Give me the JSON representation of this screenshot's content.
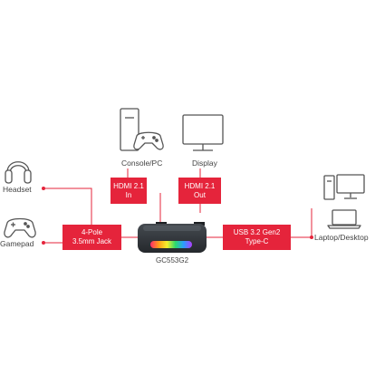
{
  "colors": {
    "port_red": "#e5243b",
    "line_red": "#e5243b",
    "icon_stroke": "#555555",
    "device_body": "#2e3236"
  },
  "devices": {
    "console_pc": {
      "label": "Console/PC",
      "icon": "console-pc-icon"
    },
    "display": {
      "label": "Display",
      "icon": "monitor-icon"
    },
    "headset": {
      "label": "Headset",
      "icon": "headset-icon"
    },
    "gamepad": {
      "label": "Gamepad",
      "icon": "gamepad-icon"
    },
    "laptop_desktop": {
      "label": "Laptop/Desktop",
      "icon": "laptop-desktop-icon"
    }
  },
  "ports": {
    "hdmi_in": {
      "line1": "HDMI 2.1",
      "line2": "In"
    },
    "hdmi_out": {
      "line1": "HDMI 2.1",
      "line2": "Out"
    },
    "jack": {
      "line1": "4-Pole",
      "line2": "3.5mm Jack"
    },
    "usb": {
      "line1": "USB 3.2 Gen2",
      "line2": "Type-C"
    }
  },
  "product": {
    "model": "GC553G2"
  }
}
